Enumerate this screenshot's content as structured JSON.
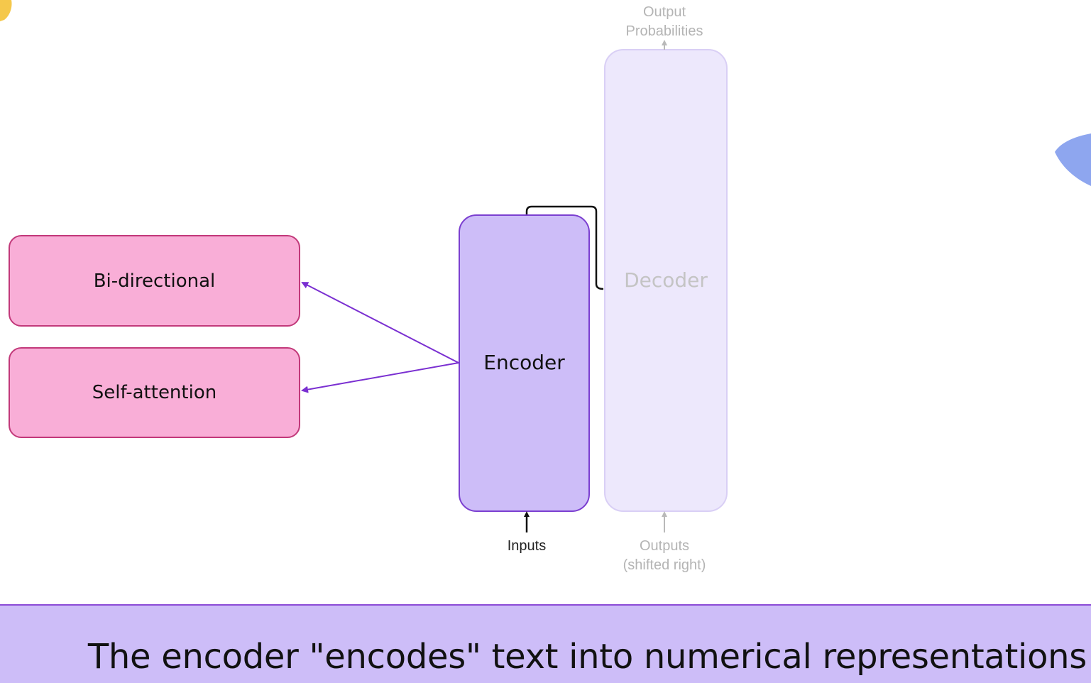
{
  "diagram": {
    "encoder_label": "Encoder",
    "decoder_label": "Decoder",
    "inputs_label": "Inputs",
    "outputs_label_line1": "Outputs",
    "outputs_label_line2": "(shifted right)",
    "output_probabilities_line1": "Output",
    "output_probabilities_line2": "Probabilities",
    "properties": [
      {
        "label": "Bi-directional"
      },
      {
        "label": "Self-attention"
      }
    ]
  },
  "caption": {
    "text": "The encoder \"encodes\" text into numerical representations"
  },
  "colors": {
    "encoder_fill": "#cdbdf8",
    "encoder_border": "#7b3fd0",
    "decoder_fill": "#ede8fc",
    "decoder_border": "#d9cff5",
    "property_fill": "#f9aed7",
    "property_border": "#c2397a",
    "arrow": "#7a2fd1",
    "caption_bar": "#cdbdf8"
  }
}
